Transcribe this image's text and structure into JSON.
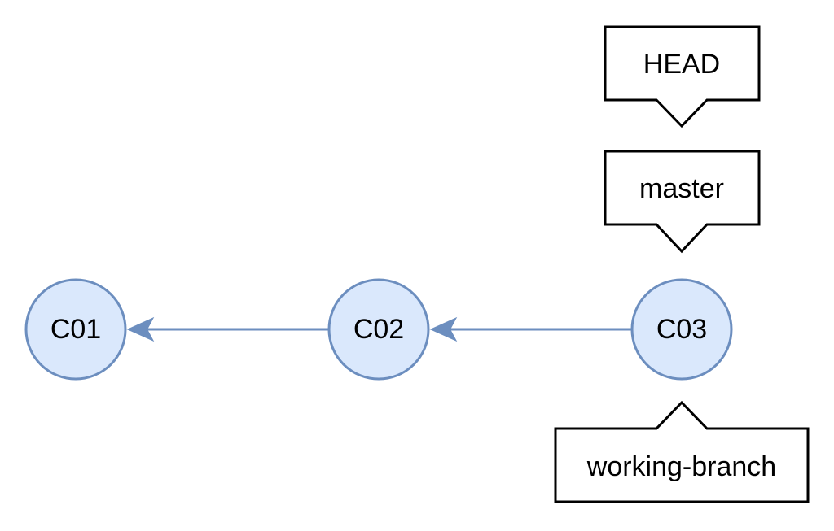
{
  "colors": {
    "commit_fill": "#dae8fc",
    "commit_stroke": "#6c8ebf",
    "arrow": "#6c8ebf",
    "ref_stroke": "#000000",
    "text": "#000000",
    "background": "#ffffff"
  },
  "commits": [
    {
      "id": "C01",
      "label": "C01"
    },
    {
      "id": "C02",
      "label": "C02"
    },
    {
      "id": "C03",
      "label": "C03"
    }
  ],
  "edges": [
    {
      "from": "C02",
      "to": "C01"
    },
    {
      "from": "C03",
      "to": "C02"
    }
  ],
  "refs": [
    {
      "label": "HEAD",
      "points_to": "master"
    },
    {
      "label": "master",
      "points_to": "C03"
    },
    {
      "label": "working-branch",
      "points_to": "C03"
    }
  ]
}
